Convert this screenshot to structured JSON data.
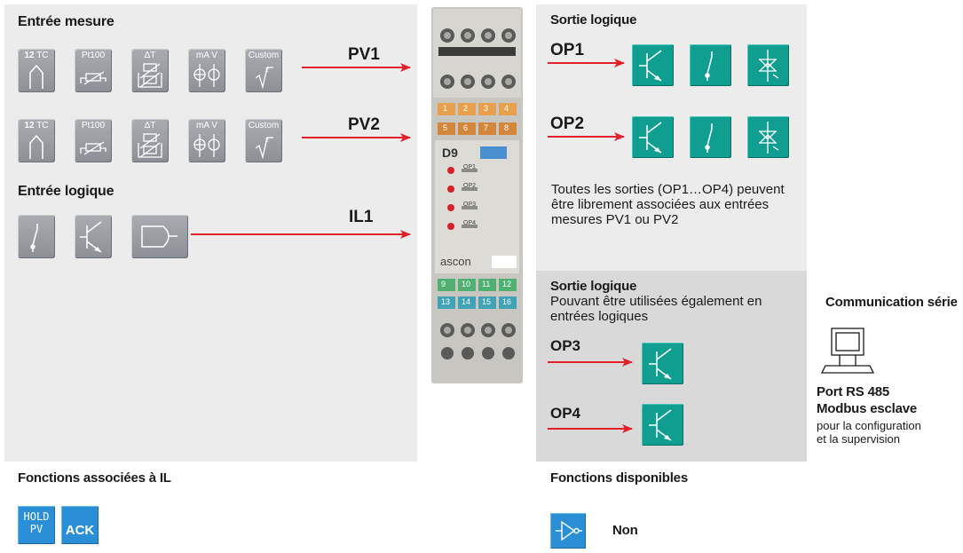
{
  "left": {
    "entree_mesure_title": "Entrée mesure",
    "entree_logique_title": "Entrée logique",
    "pv1_label": "PV1",
    "pv2_label": "PV2",
    "il1_label": "IL1",
    "input_buttons": [
      "12 TC",
      "Pt100",
      "ΔT",
      "mA  V",
      "Custom"
    ],
    "tc_prefix": "12",
    "tc_suffix": "TC",
    "fonctions_il_title": "Fonctions associées à IL",
    "hold_line1": "HOLD",
    "hold_line2": "PV",
    "ack_label": "ACK"
  },
  "right": {
    "sortie_logique_title": "Sortie logique",
    "op1_label": "OP1",
    "op2_label": "OP2",
    "info_text": "Toutes les sorties (OP1…OP4) peuvent être librement associées aux entrées mesures PV1 ou PV2",
    "sortie_logique2_title": "Sortie logique",
    "sortie_logique2_text": "Pouvant être utilisées également en entrées logiques",
    "op3_label": "OP3",
    "op4_label": "OP4",
    "fonctions_dispo_title": "Fonctions disponibles",
    "non_label": "Non"
  },
  "comm": {
    "title": "Communication série",
    "port_line": "Port RS 485",
    "modbus_line": "Modbus esclave",
    "desc_line1": "pour la configuration",
    "desc_line2": "et la supervision"
  },
  "device": {
    "model": "D9",
    "brand": "ascon",
    "leds": [
      "OP1",
      "OP2",
      "OP3",
      "OP4"
    ],
    "orange_terminals": [
      "1",
      "2",
      "3",
      "4",
      "5",
      "6",
      "7",
      "8"
    ],
    "green_terminals": [
      "9",
      "10",
      "11",
      "12",
      "13",
      "14",
      "15",
      "16"
    ]
  },
  "colors": {
    "panel_bg": "#ececec",
    "panel_bg_dark": "#d9d9d9",
    "arrow_red": "#e3202a",
    "teal_button": "#0f9e8f",
    "gray_button": "#9a9ea3",
    "blue_button": "#2a8fd6"
  }
}
